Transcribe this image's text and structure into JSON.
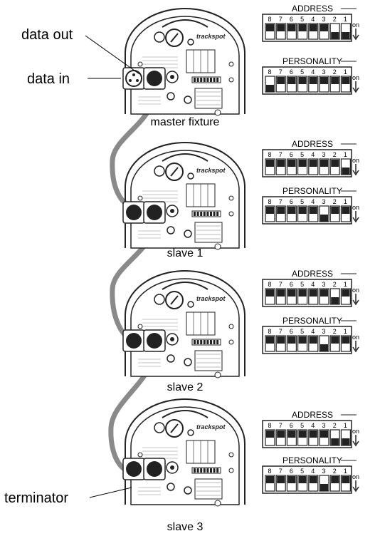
{
  "callouts": {
    "data_out": "data out",
    "data_in": "data in",
    "terminator": "terminator"
  },
  "brand": "trackspot",
  "fixtures": [
    {
      "caption": "master fixture",
      "address": {
        "title": "ADDRESS",
        "on": [
          0,
          0,
          0,
          0,
          0,
          0,
          1,
          1
        ]
      },
      "personality": {
        "title": "PERSONALITY",
        "on": [
          1,
          0,
          0,
          0,
          0,
          0,
          0,
          0
        ]
      }
    },
    {
      "caption": "slave 1",
      "address": {
        "title": "ADDRESS",
        "on": [
          0,
          0,
          0,
          0,
          0,
          0,
          0,
          1
        ]
      },
      "personality": {
        "title": "PERSONALITY",
        "on": [
          0,
          0,
          0,
          0,
          0,
          1,
          0,
          0
        ]
      }
    },
    {
      "caption": "slave 2",
      "address": {
        "title": "ADDRESS",
        "on": [
          0,
          0,
          0,
          0,
          0,
          0,
          1,
          0
        ]
      },
      "personality": {
        "title": "PERSONALITY",
        "on": [
          0,
          0,
          0,
          0,
          0,
          1,
          0,
          0
        ]
      }
    },
    {
      "caption": "slave 3",
      "address": {
        "title": "ADDRESS",
        "on": [
          0,
          0,
          0,
          0,
          0,
          0,
          1,
          1
        ]
      },
      "personality": {
        "title": "PERSONALITY",
        "on": [
          0,
          0,
          0,
          0,
          0,
          1,
          0,
          0
        ]
      }
    }
  ],
  "switch_numbers": [
    "8",
    "7",
    "6",
    "5",
    "4",
    "3",
    "2",
    "1"
  ],
  "switch_on_label": "on",
  "colors": {
    "cable": "#8a8a8a",
    "dark": "#222222",
    "panel": "#ffffff"
  }
}
